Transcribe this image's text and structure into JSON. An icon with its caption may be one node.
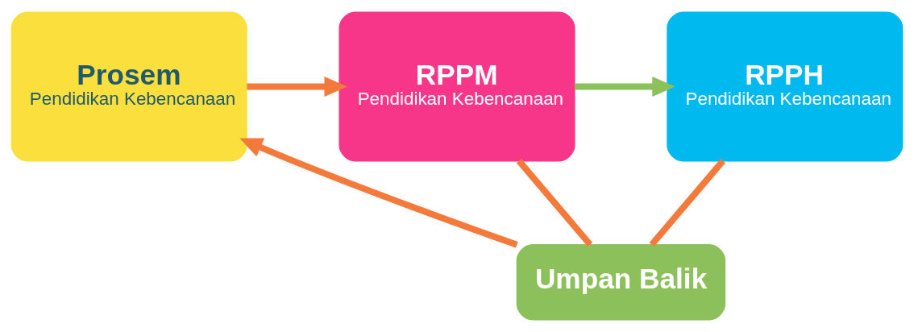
{
  "diagram": {
    "nodes": [
      {
        "text": [
          "Prosem",
          "Pendidikan Kebencanaan"
        ]
      },
      {
        "text": [
          "RPPM",
          "Pendidikan Kebencanaan"
        ]
      },
      {
        "text": [
          "RPPH",
          "Pendidikan Kebencanaan"
        ]
      },
      {
        "text": [
          "Umpan Balik"
        ]
      }
    ],
    "edges": [
      {
        "from": 0,
        "to": 1,
        "arrow": "to"
      },
      {
        "from": 1,
        "to": 2,
        "arrow": "to",
        "color": "#8bc05a"
      },
      {
        "from": 1,
        "to": 3,
        "arrow": "none"
      },
      {
        "from": 2,
        "to": 3,
        "arrow": "none"
      },
      {
        "from": 3,
        "to": 0,
        "arrow": "to"
      }
    ]
  }
}
